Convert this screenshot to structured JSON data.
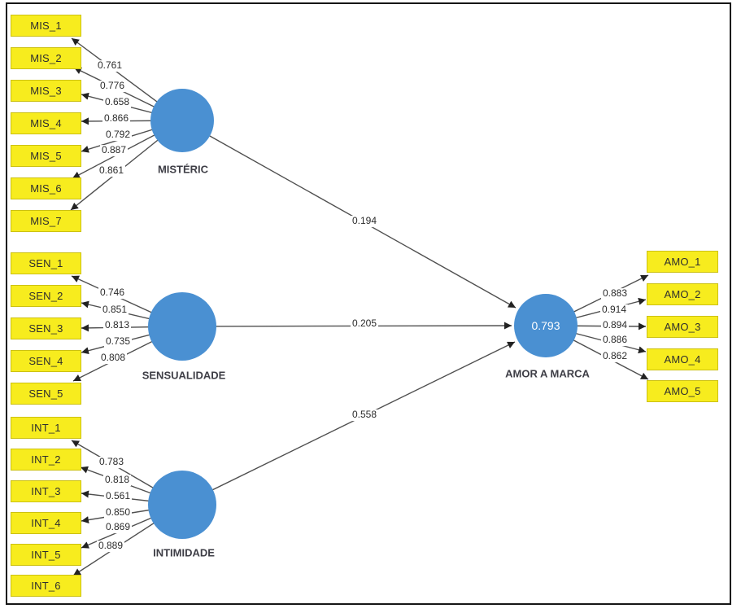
{
  "colors": {
    "indicator_fill": "#F7EC1E",
    "indicator_border": "#CCC112",
    "latent_fill": "#4A90D2",
    "arrow": "#4F4F4F",
    "canvas_border": "#161616",
    "r2_text_color": "#FFFFFF"
  },
  "model": {
    "outcome": {
      "name": "AMOR A MARCA",
      "r_squared": "0.793",
      "indicators": [
        {
          "label": "AMO_1",
          "loading": "0.883"
        },
        {
          "label": "AMO_2",
          "loading": "0.914"
        },
        {
          "label": "AMO_3",
          "loading": "0.894"
        },
        {
          "label": "AMO_4",
          "loading": "0.886"
        },
        {
          "label": "AMO_5",
          "loading": "0.862"
        }
      ]
    },
    "constructs": [
      {
        "name": "MISTÉRIC",
        "path_coefficient": "0.194",
        "indicators": [
          {
            "label": "MIS_1",
            "loading": "0.761"
          },
          {
            "label": "MIS_2",
            "loading": "0.776"
          },
          {
            "label": "MIS_3",
            "loading": "0.658"
          },
          {
            "label": "MIS_4",
            "loading": "0.866"
          },
          {
            "label": "MIS_5",
            "loading": "0.792"
          },
          {
            "label": "MIS_6",
            "loading": "0.887"
          },
          {
            "label": "MIS_7",
            "loading": "0.861"
          }
        ]
      },
      {
        "name": "SENSUALIDADE",
        "path_coefficient": "0.205",
        "indicators": [
          {
            "label": "SEN_1",
            "loading": "0.746"
          },
          {
            "label": "SEN_2",
            "loading": "0.851"
          },
          {
            "label": "SEN_3",
            "loading": "0.813"
          },
          {
            "label": "SEN_4",
            "loading": "0.735"
          },
          {
            "label": "SEN_5",
            "loading": "0.808"
          }
        ]
      },
      {
        "name": "INTIMIDADE",
        "path_coefficient": "0.558",
        "indicators": [
          {
            "label": "INT_1",
            "loading": "0.783"
          },
          {
            "label": "INT_2",
            "loading": "0.818"
          },
          {
            "label": "INT_3",
            "loading": "0.561"
          },
          {
            "label": "INT_4",
            "loading": "0.850"
          },
          {
            "label": "INT_5",
            "loading": "0.869"
          },
          {
            "label": "INT_6",
            "loading": "0.889"
          }
        ]
      }
    ]
  }
}
